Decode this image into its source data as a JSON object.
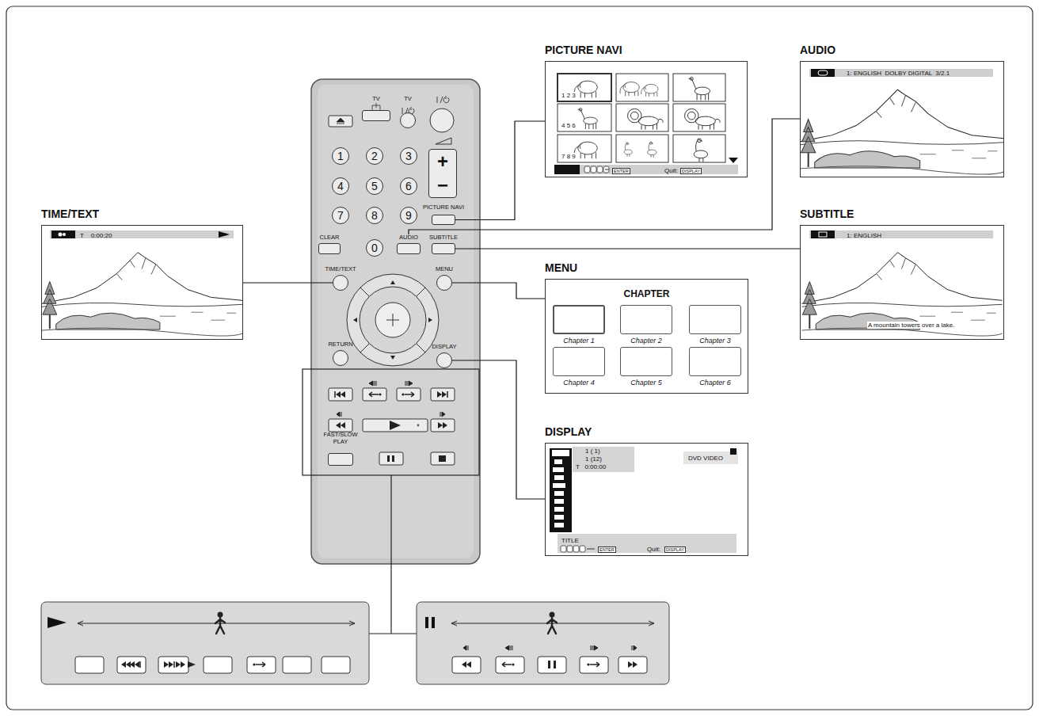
{
  "diagram": {
    "nodes": [
      {
        "text": [
          "PICTURE NAVI",
          "1 2 3",
          "4 5 6",
          "7 8 9",
          "ENTER",
          "Quit:",
          "DISPLAY"
        ]
      },
      {
        "text": [
          "AUDIO",
          "1: ENGLISH  DOLBY DIGITAL  3/2.1"
        ]
      },
      {
        "text": [
          "TIME/TEXT",
          "T    0:00:20"
        ]
      },
      {
        "text": [
          "SUBTITLE",
          "1: ENGLISH",
          "A mountain towers over a lake."
        ]
      },
      {
        "text": [
          "MENU",
          "CHAPTER"
        ]
      },
      {
        "text": [
          "Chapter 1"
        ],
        "in": 4
      },
      {
        "text": [
          "Chapter 2"
        ],
        "in": 4
      },
      {
        "text": [
          "Chapter 3"
        ],
        "in": 4
      },
      {
        "text": [
          "Chapter 4"
        ],
        "in": 4
      },
      {
        "text": [
          "Chapter 5"
        ],
        "in": 4
      },
      {
        "text": [
          "Chapter 6"
        ],
        "in": 4
      },
      {
        "text": [
          "DISPLAY",
          "1 ( 1)",
          "1 (12)",
          "T   0:00:00",
          "DVD VIDEO",
          "TITLE",
          "ENTER",
          "Quit:",
          "DISPLAY"
        ]
      },
      {
        "text": [
          "TV"
        ]
      },
      {
        "text": [
          "TV"
        ]
      },
      {
        "text": [
          "+",
          "−"
        ]
      },
      {
        "text": [
          "1"
        ]
      },
      {
        "text": [
          "2"
        ]
      },
      {
        "text": [
          "3"
        ]
      },
      {
        "text": [
          "4"
        ]
      },
      {
        "text": [
          "5"
        ]
      },
      {
        "text": [
          "6"
        ]
      },
      {
        "text": [
          "7"
        ]
      },
      {
        "text": [
          "8"
        ]
      },
      {
        "text": [
          "9"
        ]
      },
      {
        "text": [
          "PICTURE NAVI"
        ]
      },
      {
        "text": [
          "CLEAR"
        ]
      },
      {
        "text": [
          "0"
        ]
      },
      {
        "text": [
          "AUDIO"
        ]
      },
      {
        "text": [
          "SUBTITLE"
        ]
      },
      {
        "text": [
          "TIME/TEXT"
        ]
      },
      {
        "text": [
          "MENU"
        ]
      },
      {
        "text": [
          "RETURN"
        ]
      },
      {
        "text": [
          "DISPLAY"
        ]
      },
      {
        "text": [
          "FAST/SLOW PLAY"
        ]
      }
    ],
    "edges": [
      {
        "from": 29,
        "to": 2,
        "arrow": "none"
      },
      {
        "from": 24,
        "to": 0,
        "arrow": "none"
      },
      {
        "from": 27,
        "to": 1,
        "arrow": "none"
      },
      {
        "from": 28,
        "to": 3,
        "arrow": "none"
      },
      {
        "from": 30,
        "to": 4,
        "arrow": "none"
      },
      {
        "from": 32,
        "to": 11,
        "arrow": "none"
      }
    ]
  }
}
